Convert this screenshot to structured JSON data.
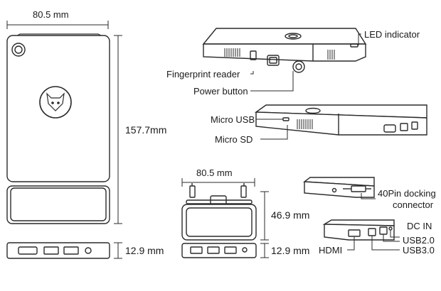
{
  "dimensions": {
    "device_width": "80.5 mm",
    "device_height": "157.7mm",
    "device_thickness": "12.9 mm",
    "dock_width": "80.5 mm",
    "dock_height": "46.9 mm",
    "dock_thickness": "12.9 mm"
  },
  "callouts": {
    "led_indicator": "LED indicator",
    "fingerprint_reader": "Fingerprint reader",
    "power_button": "Power button",
    "micro_usb": "Micro USB",
    "micro_sd": "Micro SD",
    "pin_connector_line1": "40Pin docking",
    "pin_connector_line2": "connector",
    "dc_in": "DC IN",
    "usb2": "USB2.0",
    "hdmi": "HDMI",
    "usb3": "USB3.0"
  },
  "colors": {
    "line": "#2a2a2a",
    "body_fill": "#ffffff",
    "shade": "#d8d8d8"
  }
}
